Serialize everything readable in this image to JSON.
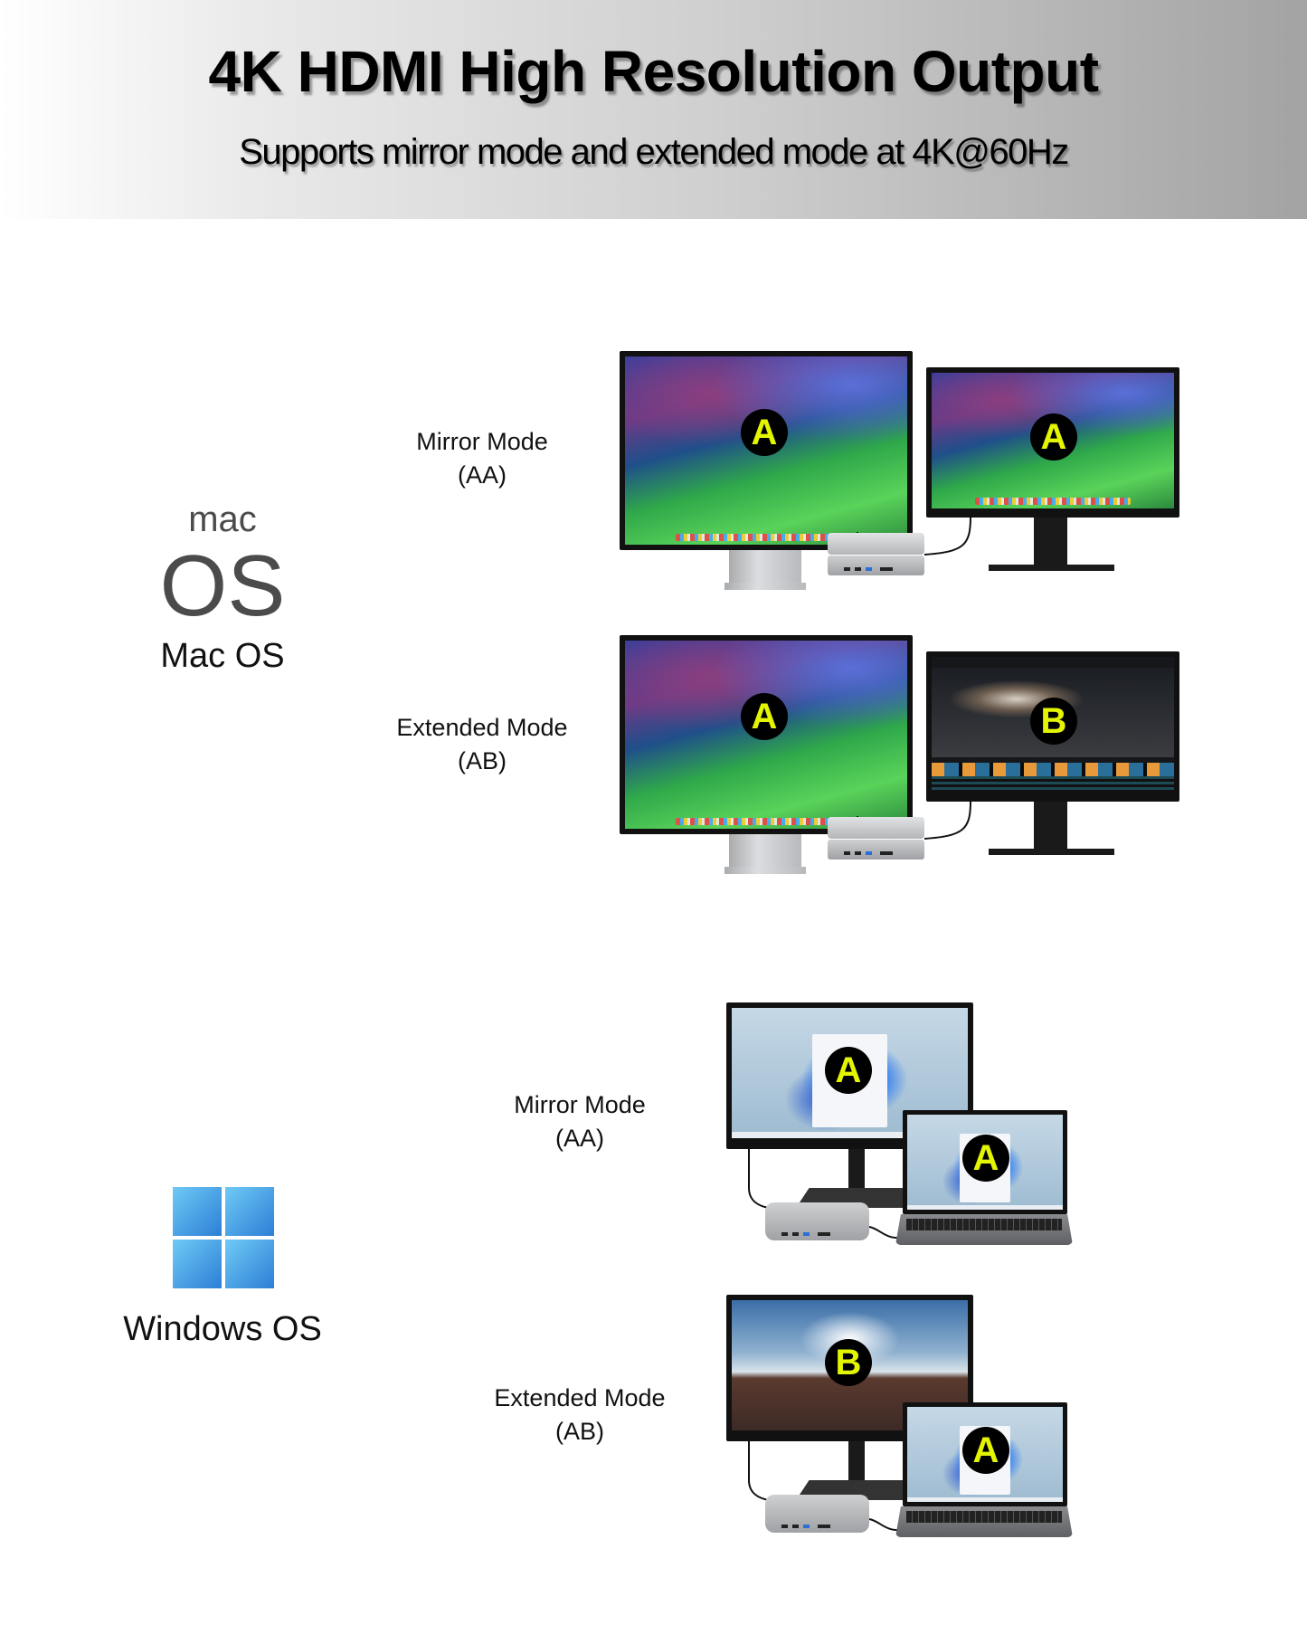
{
  "header": {
    "title": "4K HDMI High Resolution Output",
    "subtitle": "Supports mirror mode and extended mode at 4K@60Hz"
  },
  "macos": {
    "logo_small": "mac",
    "logo_big": "OS",
    "name": "Mac OS",
    "modes": [
      {
        "label": "Mirror Mode",
        "code": "(AA)",
        "screen1": "A",
        "screen2": "A"
      },
      {
        "label": "Extended Mode",
        "code": "(AB)",
        "screen1": "A",
        "screen2": "B"
      }
    ]
  },
  "windows": {
    "name": "Windows OS",
    "modes": [
      {
        "label": "Mirror Mode",
        "code": "(AA)",
        "monitor": "A",
        "laptop": "A"
      },
      {
        "label": "Extended Mode",
        "code": "(AB)",
        "monitor": "B",
        "laptop": "A"
      }
    ]
  },
  "colors": {
    "badge_text": "#e4f500",
    "badge_bg": "#000000"
  }
}
